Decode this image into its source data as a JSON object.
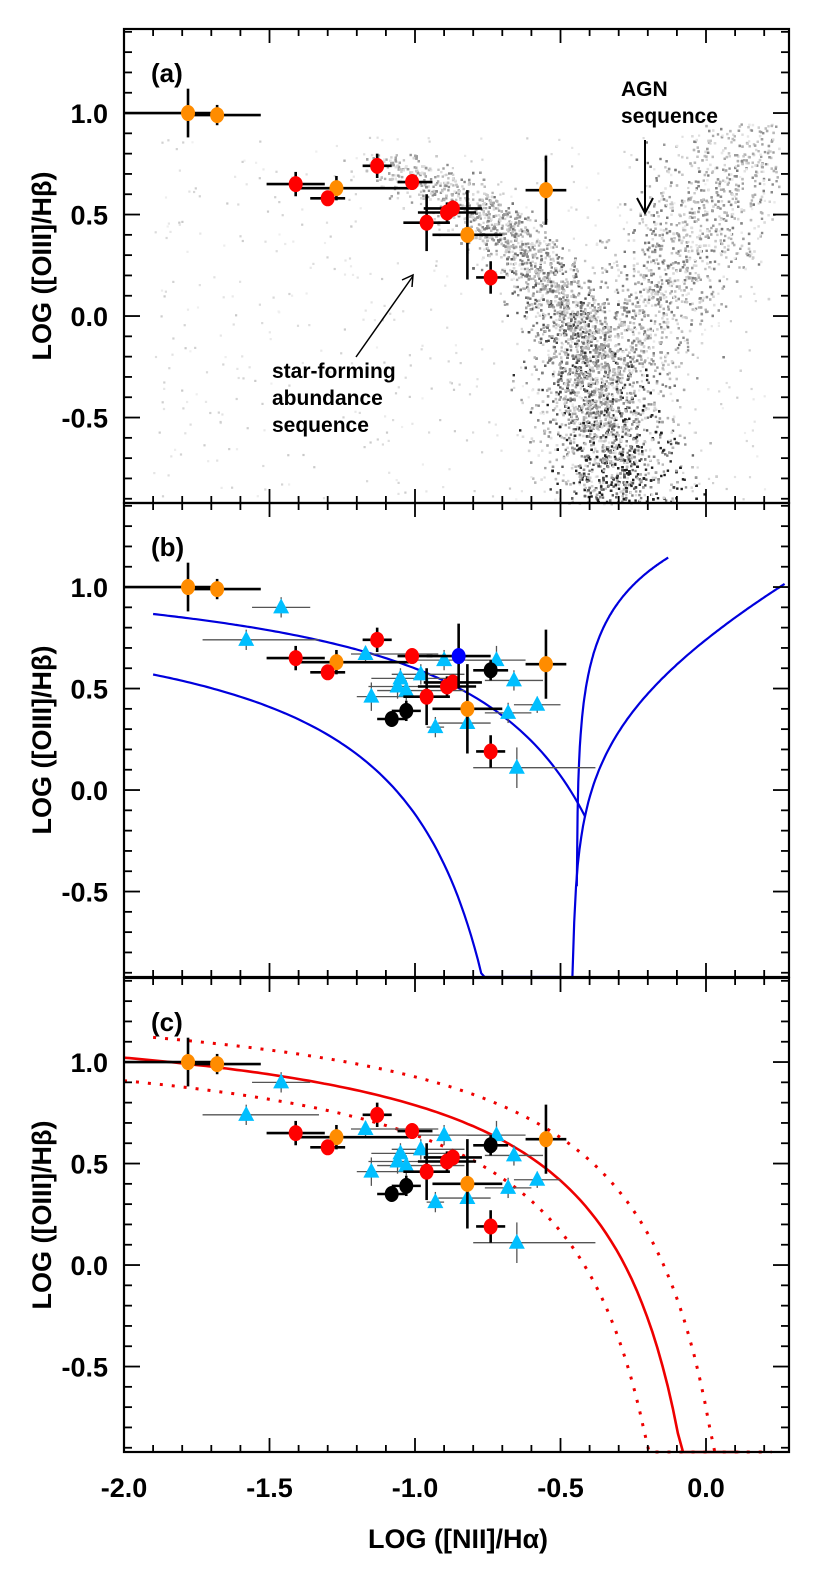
{
  "figure": {
    "xlabel": "LOG ([NII]/Hα)",
    "ylabel": "LOG ([OIII]/Hβ)",
    "xticks": [
      -2.0,
      -1.5,
      -1.0,
      -0.5,
      0.0
    ],
    "xtick_labels": [
      "-2.0",
      "-1.5",
      "-1.0",
      "-0.5",
      "0.0"
    ],
    "yticks": [
      1.0,
      0.5,
      0.0,
      -0.5
    ],
    "ytick_labels": [
      "1.0",
      "0.5",
      "0.0",
      "-0.5"
    ],
    "xlim": [
      -2.0,
      0.27
    ],
    "ylim": [
      -0.92,
      1.414
    ]
  },
  "panels": [
    {
      "label": "(a)"
    },
    {
      "label": "(b)"
    },
    {
      "label": "(c)"
    }
  ],
  "annotations": {
    "agn": [
      "AGN",
      "sequence"
    ],
    "star_forming": [
      "star-forming",
      "abundance",
      "sequence"
    ]
  },
  "colors": {
    "orange": "#ff8c00",
    "red": "#ff0000",
    "black": "#000000",
    "blue": "#0000ff",
    "cyan": "#00bfff",
    "kauffmann_line": "#0000dd",
    "kewley_line": "#ee0000",
    "sdss_density": "#333333"
  },
  "chart_data": [
    {
      "type": "scatter",
      "panel": "(a)",
      "title": "",
      "xlabel": "LOG ([NII]/Hα)",
      "ylabel": "LOG ([OIII]/Hβ)",
      "xlim": [
        -2.0,
        0.27
      ],
      "ylim": [
        -0.92,
        1.414
      ],
      "background": "SDSS galaxy density (grayscale 2D histogram) forming star-forming and AGN sequences",
      "annotations": [
        "AGN sequence",
        "star-forming abundance sequence"
      ],
      "series": [
        {
          "name": "orange circles",
          "marker": "circle",
          "color": "#ff8c00",
          "points": [
            {
              "x": -1.78,
              "y": 1.0,
              "xerr": [
                0.22,
                0.1
              ],
              "yerr": 0.12
            },
            {
              "x": -1.68,
              "y": 0.99,
              "xerr": [
                0.1,
                0.15
              ],
              "yerr": 0.05
            },
            {
              "x": -1.27,
              "y": 0.63,
              "xerr": [
                0.14,
                0.25
              ],
              "yerr": 0.06
            },
            {
              "x": -0.82,
              "y": 0.4,
              "xerr": [
                0.12,
                0.12
              ],
              "yerr": 0.22
            },
            {
              "x": -0.55,
              "y": 0.62,
              "xerr": [
                0.07,
                0.07
              ],
              "yerr": 0.17
            }
          ]
        },
        {
          "name": "red circles",
          "marker": "circle",
          "color": "#ff0000",
          "points": [
            {
              "x": -1.41,
              "y": 0.65,
              "xerr": [
                0.1,
                0.1
              ],
              "yerr": 0.06
            },
            {
              "x": -1.3,
              "y": 0.58,
              "xerr": [
                0.06,
                0.06
              ],
              "yerr": 0.03
            },
            {
              "x": -1.13,
              "y": 0.74,
              "xerr": [
                0.05,
                0.05
              ],
              "yerr": 0.06
            },
            {
              "x": -1.01,
              "y": 0.66,
              "xerr": [
                0.05,
                0.07
              ],
              "yerr": 0.03
            },
            {
              "x": -0.96,
              "y": 0.46,
              "xerr": [
                0.08,
                0.08
              ],
              "yerr": 0.14
            },
            {
              "x": -0.89,
              "y": 0.51,
              "xerr": [
                0.1,
                0.1
              ],
              "yerr": 0.05
            },
            {
              "x": -0.87,
              "y": 0.53,
              "xerr": [
                0.1,
                0.1
              ],
              "yerr": 0.04
            },
            {
              "x": -0.74,
              "y": 0.19,
              "xerr": [
                0.05,
                0.05
              ],
              "yerr": 0.08
            }
          ]
        }
      ]
    },
    {
      "type": "scatter",
      "panel": "(b)",
      "xlabel": "LOG ([NII]/Hα)",
      "ylabel": "LOG ([OIII]/Hβ)",
      "xlim": [
        -2.0,
        0.27
      ],
      "ylim": [
        -0.92,
        1.414
      ],
      "lines": [
        {
          "name": "upper blue curve",
          "color": "#0000dd",
          "style": "solid"
        },
        {
          "name": "lower blue curve",
          "color": "#0000dd",
          "style": "solid"
        },
        {
          "name": "right blue branch (upper)",
          "color": "#0000dd",
          "style": "solid"
        },
        {
          "name": "right blue branch (lower)",
          "color": "#0000dd",
          "style": "solid"
        }
      ],
      "series": [
        {
          "name": "orange circles",
          "marker": "circle",
          "color": "#ff8c00",
          "same_as": "(a)"
        },
        {
          "name": "red circles",
          "marker": "circle",
          "color": "#ff0000",
          "same_as": "(a)"
        },
        {
          "name": "black circles",
          "marker": "circle",
          "color": "#000000",
          "points": [
            {
              "x": -1.08,
              "y": 0.35,
              "xerr": [
                0.05,
                0.05
              ],
              "yerr": 0.03
            },
            {
              "x": -1.03,
              "y": 0.39,
              "xerr": [
                0.05,
                0.05
              ],
              "yerr": 0.05
            },
            {
              "x": -0.74,
              "y": 0.59,
              "xerr": [
                0.06,
                0.06
              ],
              "yerr": 0.05
            }
          ]
        },
        {
          "name": "blue circle",
          "marker": "circle",
          "color": "#0000ff",
          "points": [
            {
              "x": -0.85,
              "y": 0.66,
              "xerr": [
                0.11,
                0.11
              ],
              "yerr": 0.16
            }
          ]
        },
        {
          "name": "cyan triangles",
          "marker": "triangle",
          "color": "#00bfff",
          "points": [
            {
              "x": -1.46,
              "y": 0.9,
              "xerr": [
                0.1,
                0.1
              ],
              "yerr": 0.05
            },
            {
              "x": -1.58,
              "y": 0.74,
              "xerr": [
                0.15,
                0.25
              ],
              "yerr": 0.05
            },
            {
              "x": -1.17,
              "y": 0.67,
              "xerr": [
                0.05,
                0.25
              ],
              "yerr": 0.04
            },
            {
              "x": -1.15,
              "y": 0.46,
              "xerr": [
                0.05,
                0.2
              ],
              "yerr": 0.07
            },
            {
              "x": -1.06,
              "y": 0.51,
              "xerr": [
                0.1,
                0.2
              ],
              "yerr": 0.06
            },
            {
              "x": -1.05,
              "y": 0.55,
              "xerr": [
                0.1,
                0.2
              ],
              "yerr": 0.05
            },
            {
              "x": -1.03,
              "y": 0.49,
              "xerr": [
                0.1,
                0.2
              ],
              "yerr": 0.05
            },
            {
              "x": -0.98,
              "y": 0.57,
              "xerr": [
                0.1,
                0.15
              ],
              "yerr": 0.05
            },
            {
              "x": -0.93,
              "y": 0.31,
              "xerr": [
                0.03,
                0.03
              ],
              "yerr": 0.05
            },
            {
              "x": -0.9,
              "y": 0.64,
              "xerr": [
                0.1,
                0.15
              ],
              "yerr": 0.05
            },
            {
              "x": -0.82,
              "y": 0.33,
              "xerr": [
                0.1,
                0.08
              ],
              "yerr": 0.05
            },
            {
              "x": -0.72,
              "y": 0.64,
              "xerr": [
                0.1,
                0.1
              ],
              "yerr": 0.07
            },
            {
              "x": -0.68,
              "y": 0.38,
              "xerr": [
                0.08,
                0.08
              ],
              "yerr": 0.05
            },
            {
              "x": -0.66,
              "y": 0.54,
              "xerr": [
                0.1,
                0.1
              ],
              "yerr": 0.05
            },
            {
              "x": -0.58,
              "y": 0.42,
              "xerr": [
                0.08,
                0.08
              ],
              "yerr": 0.04
            },
            {
              "x": -0.65,
              "y": 0.11,
              "xerr": [
                0.15,
                0.27
              ],
              "yerr": 0.1
            }
          ]
        }
      ]
    },
    {
      "type": "scatter",
      "panel": "(c)",
      "xlabel": "LOG ([NII]/Hα)",
      "ylabel": "LOG ([OIII]/Hβ)",
      "xlim": [
        -2.0,
        0.27
      ],
      "ylim": [
        -0.92,
        1.414
      ],
      "lines": [
        {
          "name": "red solid curve",
          "color": "#ee0000",
          "style": "solid"
        },
        {
          "name": "red dotted upper curve",
          "color": "#ee0000",
          "style": "dotted"
        },
        {
          "name": "red dotted lower curve",
          "color": "#ee0000",
          "style": "dotted"
        }
      ],
      "series": [
        {
          "name": "orange circles",
          "same_as": "(a)"
        },
        {
          "name": "red circles",
          "same_as": "(a)"
        },
        {
          "name": "black circles",
          "same_as": "(b)"
        },
        {
          "name": "cyan triangles",
          "same_as": "(b)"
        }
      ]
    }
  ]
}
